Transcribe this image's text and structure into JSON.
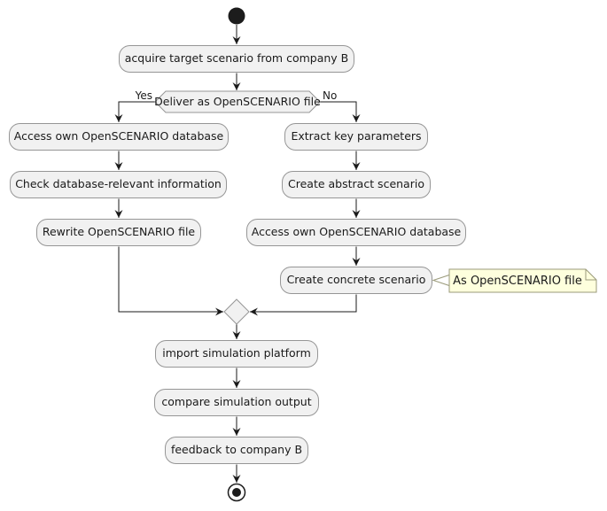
{
  "diagram": {
    "type": "activity-flowchart",
    "colors": {
      "background": "#ffffff",
      "node_fill": "#f1f1f1",
      "node_border": "#969696",
      "edge_line": "#1a1a1a",
      "note_fill": "#feffdd",
      "note_border": "#9a9a7a",
      "text": "#1a1a1a",
      "start_end_fill": "#1c1c1c"
    },
    "labels": {
      "acquire": "acquire target scenario from company B",
      "decision": "Deliver as OpenSCENARIO file",
      "branch_yes": "Yes",
      "branch_no": "No",
      "access_db_left": "Access own OpenSCENARIO database",
      "check_db_info": "Check database-relevant information",
      "rewrite_file": "Rewrite OpenSCENARIO file",
      "extract_params": "Extract key parameters",
      "create_abstract": "Create abstract scenario",
      "access_db_right": "Access own OpenSCENARIO database",
      "create_concrete": "Create concrete scenario",
      "note": "As OpenSCENARIO file",
      "import_platform": "import simulation platform",
      "compare_output": "compare simulation output",
      "feedback": "feedback to company B"
    }
  }
}
